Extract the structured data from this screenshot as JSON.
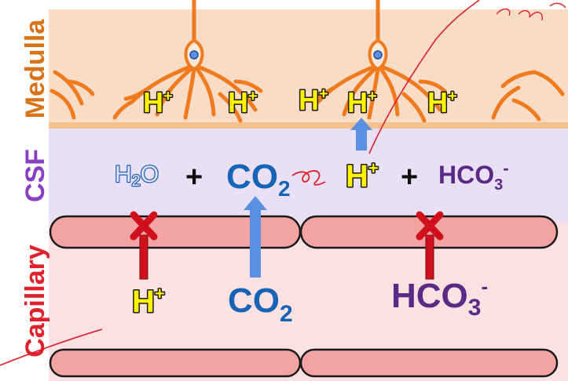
{
  "regions": {
    "medulla": {
      "label": "Medulla",
      "label_color": "#d9731a",
      "bg": "#f9dcc6"
    },
    "csf": {
      "label": "CSF",
      "label_color": "#8a3fc2",
      "bg": "#e9e0f5"
    },
    "capillary": {
      "label": "Capillary",
      "label_color": "#e0202b",
      "bg": "#fbe2e2"
    }
  },
  "medulla_ions": [
    "H",
    "H",
    "H",
    "H",
    "H"
  ],
  "ion_sup": "+",
  "csf_equation": {
    "water": "H",
    "water_sub": "2",
    "water_end": "O",
    "plus": "+",
    "co2": "CO",
    "co2_sub": "2",
    "proton": "H",
    "proton_sup": "+",
    "bicarb": "HCO",
    "bicarb_sub": "3",
    "bicarb_sup": "-"
  },
  "capillary_labels": {
    "proton": "H",
    "proton_sup": "+",
    "co2": "CO",
    "co2_sub": "2",
    "bicarb": "HCO",
    "bicarb_sub": "3",
    "bicarb_sup": "-"
  },
  "colors": {
    "neuron": "#f07a1e",
    "membrane": "#f4a3a3",
    "ion_yellow": "#fff200",
    "co2_blue": "#1763b5",
    "bicarb_purple": "#5b2a86",
    "arrow_blue": "#5b8fe0",
    "block_red": "#e0202b",
    "annotation_red": "#e0202b"
  }
}
